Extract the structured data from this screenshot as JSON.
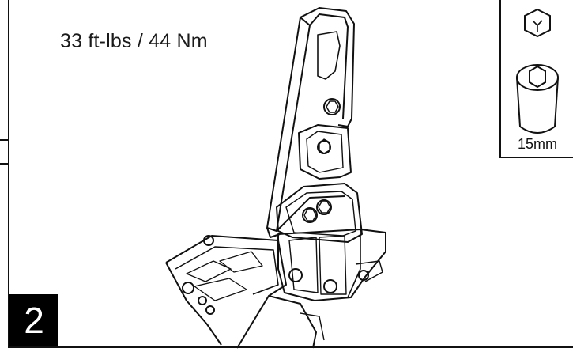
{
  "instruction": {
    "torque_spec": "33 ft-lbs / 44 Nm"
  },
  "tools": {
    "hex_icon": "hex-bolt-head-icon",
    "socket_icon": "socket-icon",
    "socket_size": "15mm"
  },
  "step": {
    "number": "2"
  },
  "illustration": {
    "name": "bracket-assembly-drawing"
  }
}
